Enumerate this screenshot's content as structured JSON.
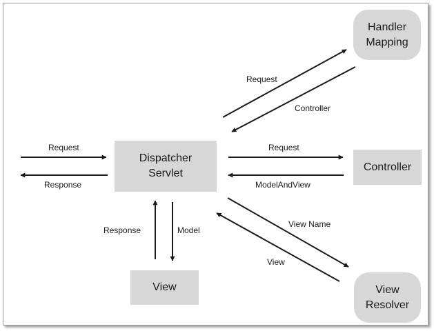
{
  "nodes": {
    "dispatcher": {
      "line1": "Dispatcher",
      "line2": "Servlet"
    },
    "handler_mapping": {
      "line1": "Handler",
      "line2": "Mapping"
    },
    "controller": {
      "label": "Controller"
    },
    "view_resolver": {
      "line1": "View",
      "line2": "Resolver"
    },
    "view": {
      "label": "View"
    }
  },
  "edges": {
    "client_request": "Request",
    "client_response": "Response",
    "hm_request": "Request",
    "hm_controller": "Controller",
    "ctrl_request": "Request",
    "ctrl_model_and_view": "ModelAndView",
    "vr_view_name": "View Name",
    "vr_view": "View",
    "view_response": "Response",
    "view_model": "Model"
  },
  "colors": {
    "node_fill": "#d7d7d7",
    "arrow": "#1a1a1a",
    "text": "#1a1a1a"
  }
}
